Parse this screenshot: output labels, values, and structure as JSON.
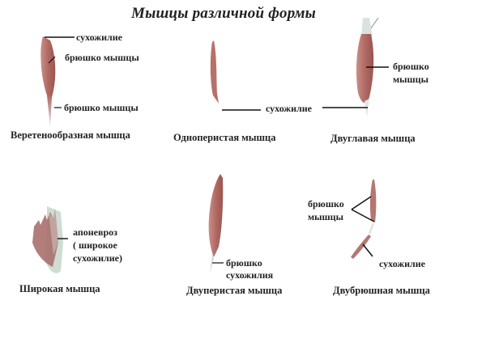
{
  "title": "Мышцы различной формы",
  "colors": {
    "muscle": "#b9706a",
    "muscle_dark": "#8e4a46",
    "tendon": "#d8e2dc",
    "aponeurosis": "#c9d8cc",
    "leader_line": "#111111"
  },
  "muscles": [
    {
      "caption": "Веретенообразная мышца",
      "labels": [
        "сухожилие",
        "брюшко мышцы",
        "брюшко мышцы"
      ]
    },
    {
      "caption": "Одноперистая мышца",
      "labels": [
        "сухожилие"
      ]
    },
    {
      "caption": "Двуглавая мышца",
      "labels": [
        "брюшко",
        "мышцы"
      ]
    },
    {
      "caption": "Широкая мышца",
      "labels": [
        "апоневроз",
        "( широкое",
        "сухожилие)"
      ]
    },
    {
      "caption": "Двуперистая мышца",
      "labels": [
        "брюшко",
        "сухожилия"
      ]
    },
    {
      "caption": "Двубрюшная мышца",
      "labels": [
        "брюшко",
        "мышцы",
        "сухожилие"
      ]
    }
  ]
}
